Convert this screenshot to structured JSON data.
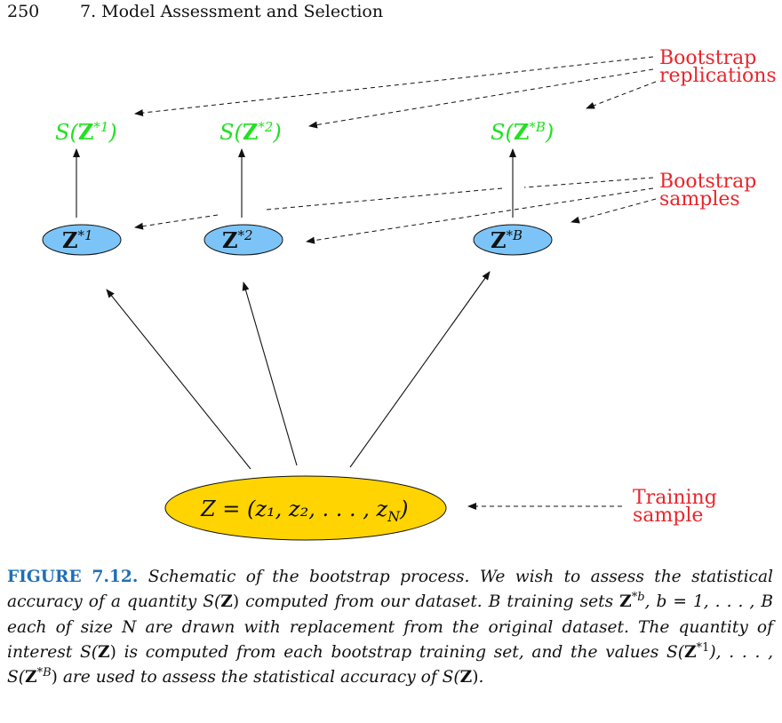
{
  "header": {
    "page_number": "250",
    "running_title": "7. Model Assessment and Selection"
  },
  "diagram": {
    "labels": {
      "bootstrap_replications": [
        "Bootstrap",
        "replications"
      ],
      "bootstrap_samples": [
        "Bootstrap",
        "samples"
      ],
      "training_sample": [
        "Training",
        "sample"
      ]
    },
    "statistics": [
      {
        "prefix": "S(",
        "bold": "Z",
        "sup": "*1",
        "suffix": ")"
      },
      {
        "prefix": "S(",
        "bold": "Z",
        "sup": "*2",
        "suffix": ")"
      },
      {
        "prefix": "S(",
        "bold": "Z",
        "sup": "*B",
        "suffix": ")"
      }
    ],
    "bootstrap_nodes": [
      {
        "bold": "Z",
        "sup": "*1"
      },
      {
        "bold": "Z",
        "sup": "*2"
      },
      {
        "bold": "Z",
        "sup": "*B"
      }
    ],
    "training_node": {
      "text": "Z = (z₁, z₂, . . . , z",
      "sub": "N",
      "suffix": ")"
    },
    "colors": {
      "statistic_green": "#22e022",
      "node_blue": "#7cc4f8",
      "training_gold": "#ffd400",
      "label_red": "#e8262c",
      "figure_blue": "#1f6fb5"
    }
  },
  "caption": {
    "label": "FIGURE 7.12.",
    "t1": " Schematic of the bootstrap process. We wish to assess the statistical accuracy of a quantity ",
    "t2": " computed from our dataset. ",
    "t3": " training sets ",
    "t4": " each of size ",
    "t5": " are drawn with replacement from the original dataset. The quantity of interest ",
    "t6": " is computed from each bootstrap training set, and the values ",
    "t7": " are used to assess the statistical accuracy of ",
    "t8": ".",
    "m_SZ": "S(",
    "m_Z": "Z",
    "m_close": ")",
    "m_B": "B",
    "m_Zb_sup": "*b",
    "m_brange": ", b = 1, . . . , B",
    "m_N": "N",
    "m_sup1": "*1",
    "m_dots": "), . . . , S(",
    "m_supB": "*B"
  }
}
